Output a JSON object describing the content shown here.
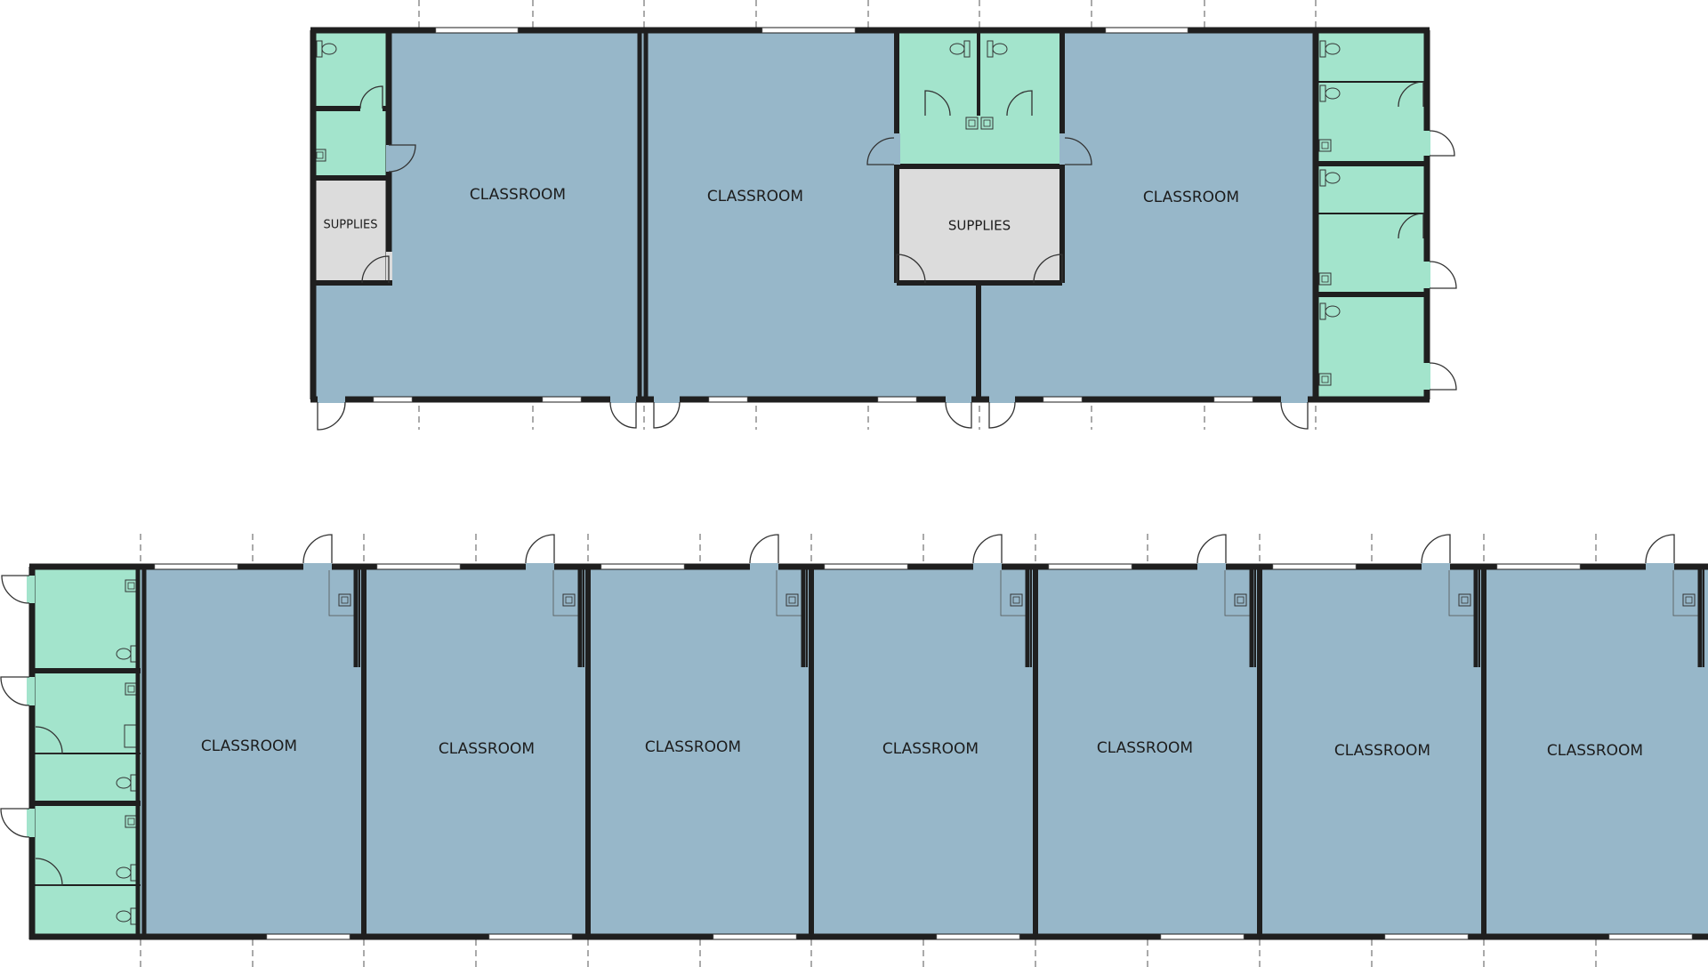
{
  "top_building": {
    "classrooms": [
      {
        "label": "CLASSROOM"
      },
      {
        "label": "CLASSROOM"
      },
      {
        "label": "CLASSROOM"
      }
    ],
    "supplies": [
      {
        "label": "SUPPLIES"
      },
      {
        "label": "SUPPLIES"
      }
    ]
  },
  "bottom_building": {
    "classrooms": [
      {
        "label": "CLASSROOM"
      },
      {
        "label": "CLASSROOM"
      },
      {
        "label": "CLASSROOM"
      },
      {
        "label": "CLASSROOM"
      },
      {
        "label": "CLASSROOM"
      },
      {
        "label": "CLASSROOM"
      },
      {
        "label": "CLASSROOM"
      }
    ]
  },
  "colors": {
    "classroom": "#97b7c9",
    "restroom": "#a3e4cc",
    "supplies": "#dcdcdc",
    "wall": "#1f1f1f",
    "window": "#ffffff",
    "grid": "#555555"
  }
}
